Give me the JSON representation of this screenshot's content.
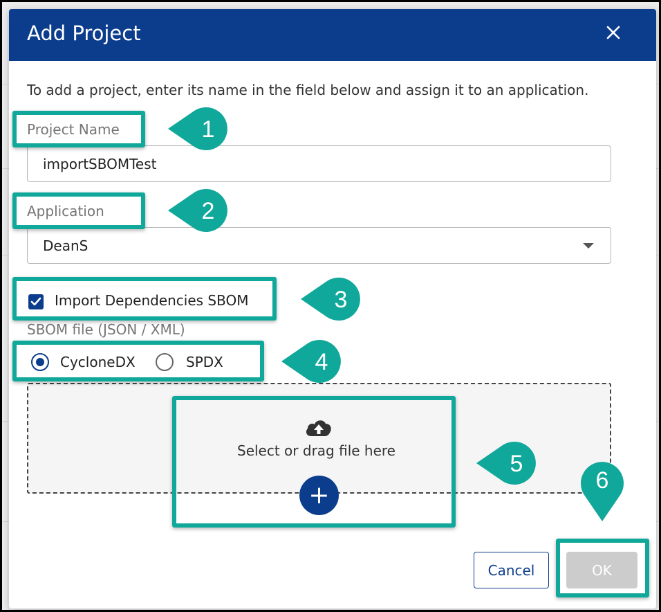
{
  "dialog": {
    "title": "Add Project",
    "close_glyph": "✕",
    "description": "To add a project, enter its name in the field below and assign it to an application."
  },
  "project_name": {
    "label": "Project Name",
    "value": "importSBOMTest"
  },
  "application": {
    "label": "Application",
    "value": "DeanS"
  },
  "import_sbom": {
    "label": "Import Dependencies SBOM",
    "checked": true
  },
  "sbom_file": {
    "label": "SBOM file (JSON / XML)",
    "options": [
      {
        "label": "CycloneDX",
        "selected": true
      },
      {
        "label": "SPDX",
        "selected": false
      }
    ]
  },
  "dropzone": {
    "text": "Select or drag file here",
    "plus_glyph": "+",
    "icon": "cloud-upload-icon"
  },
  "buttons": {
    "cancel": "Cancel",
    "ok": "OK"
  },
  "annotations": [
    "1",
    "2",
    "3",
    "4",
    "5",
    "6"
  ],
  "colors": {
    "header": "#0c3d8d",
    "accent": "#0c3d8d",
    "annotation": "#10a89a",
    "ok_disabled": "#cccccc"
  }
}
